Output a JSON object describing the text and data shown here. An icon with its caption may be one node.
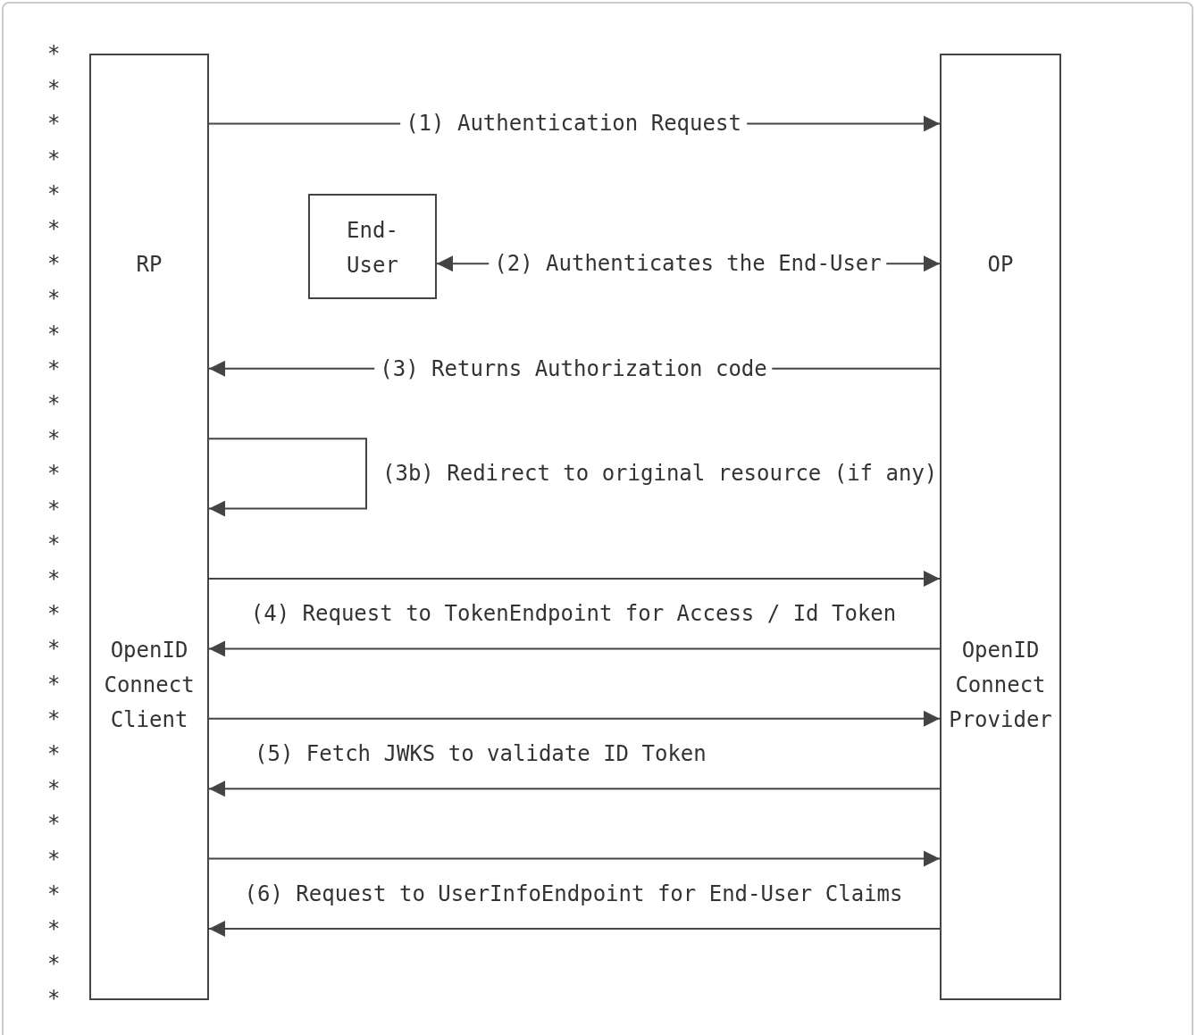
{
  "diagram": {
    "nodes": [
      {
        "text": [
          "RP",
          "OpenID Connect Client"
        ]
      },
      {
        "text": [
          "OP",
          "OpenID Connect Provider"
        ]
      },
      {
        "text": [
          "End- User"
        ]
      }
    ],
    "edges": [
      {
        "from": 0,
        "to": 1,
        "arrow": "to",
        "label": "(1) Authentication Request"
      },
      {
        "from": 2,
        "to": 1,
        "arrow": "both",
        "label": "(2) Authenticates the End-User"
      },
      {
        "from": 1,
        "to": 0,
        "arrow": "to",
        "label": "(3) Returns Authorization code"
      },
      {
        "from": 0,
        "to": 0,
        "arrow": "to",
        "label": "(3b) Redirect to original resource (if any)"
      },
      {
        "from": 0,
        "to": 1,
        "arrow": "to",
        "label": "(4) Request to TokenEndpoint for Access / Id Token"
      },
      {
        "from": 1,
        "to": 0,
        "arrow": "to"
      },
      {
        "from": 0,
        "to": 1,
        "arrow": "to",
        "label": "(5) Fetch JWKS to validate ID Token"
      },
      {
        "from": 1,
        "to": 0,
        "arrow": "to"
      },
      {
        "from": 0,
        "to": 1,
        "arrow": "to",
        "label": "(6) Request to UserInfoEndpoint for End-User Claims"
      },
      {
        "from": 1,
        "to": 0,
        "arrow": "to"
      }
    ],
    "labels": [
      "*",
      "*",
      "*",
      "*",
      "*",
      "*",
      "*",
      "*",
      "*",
      "*",
      "*",
      "*",
      "*",
      "*",
      "*",
      "*",
      "*",
      "*",
      "*",
      "*",
      "*",
      "*",
      "*",
      "*",
      "*",
      "*",
      "*",
      "*"
    ]
  }
}
